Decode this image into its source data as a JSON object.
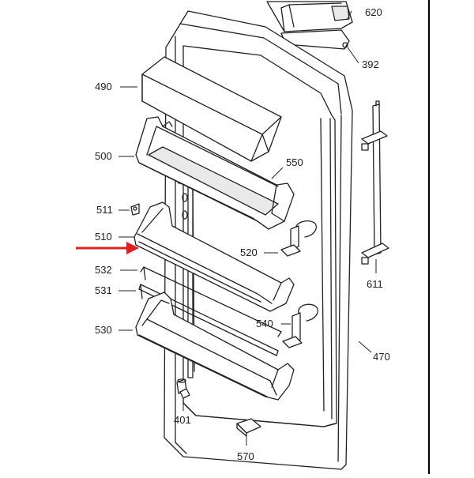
{
  "diagram": {
    "labels": {
      "p620": "620",
      "p392": "392",
      "p490": "490",
      "p500": "500",
      "p550": "550",
      "p511": "511",
      "p510": "510",
      "p520": "520",
      "p532": "532",
      "p531": "531",
      "p611": "611",
      "p540": "540",
      "p530": "530",
      "p470": "470",
      "p401": "401",
      "p570": "570"
    },
    "colors": {
      "ink": "#222222",
      "arrow": "#e02020",
      "shade": "#e9e9e9",
      "background": "#ffffff"
    }
  }
}
